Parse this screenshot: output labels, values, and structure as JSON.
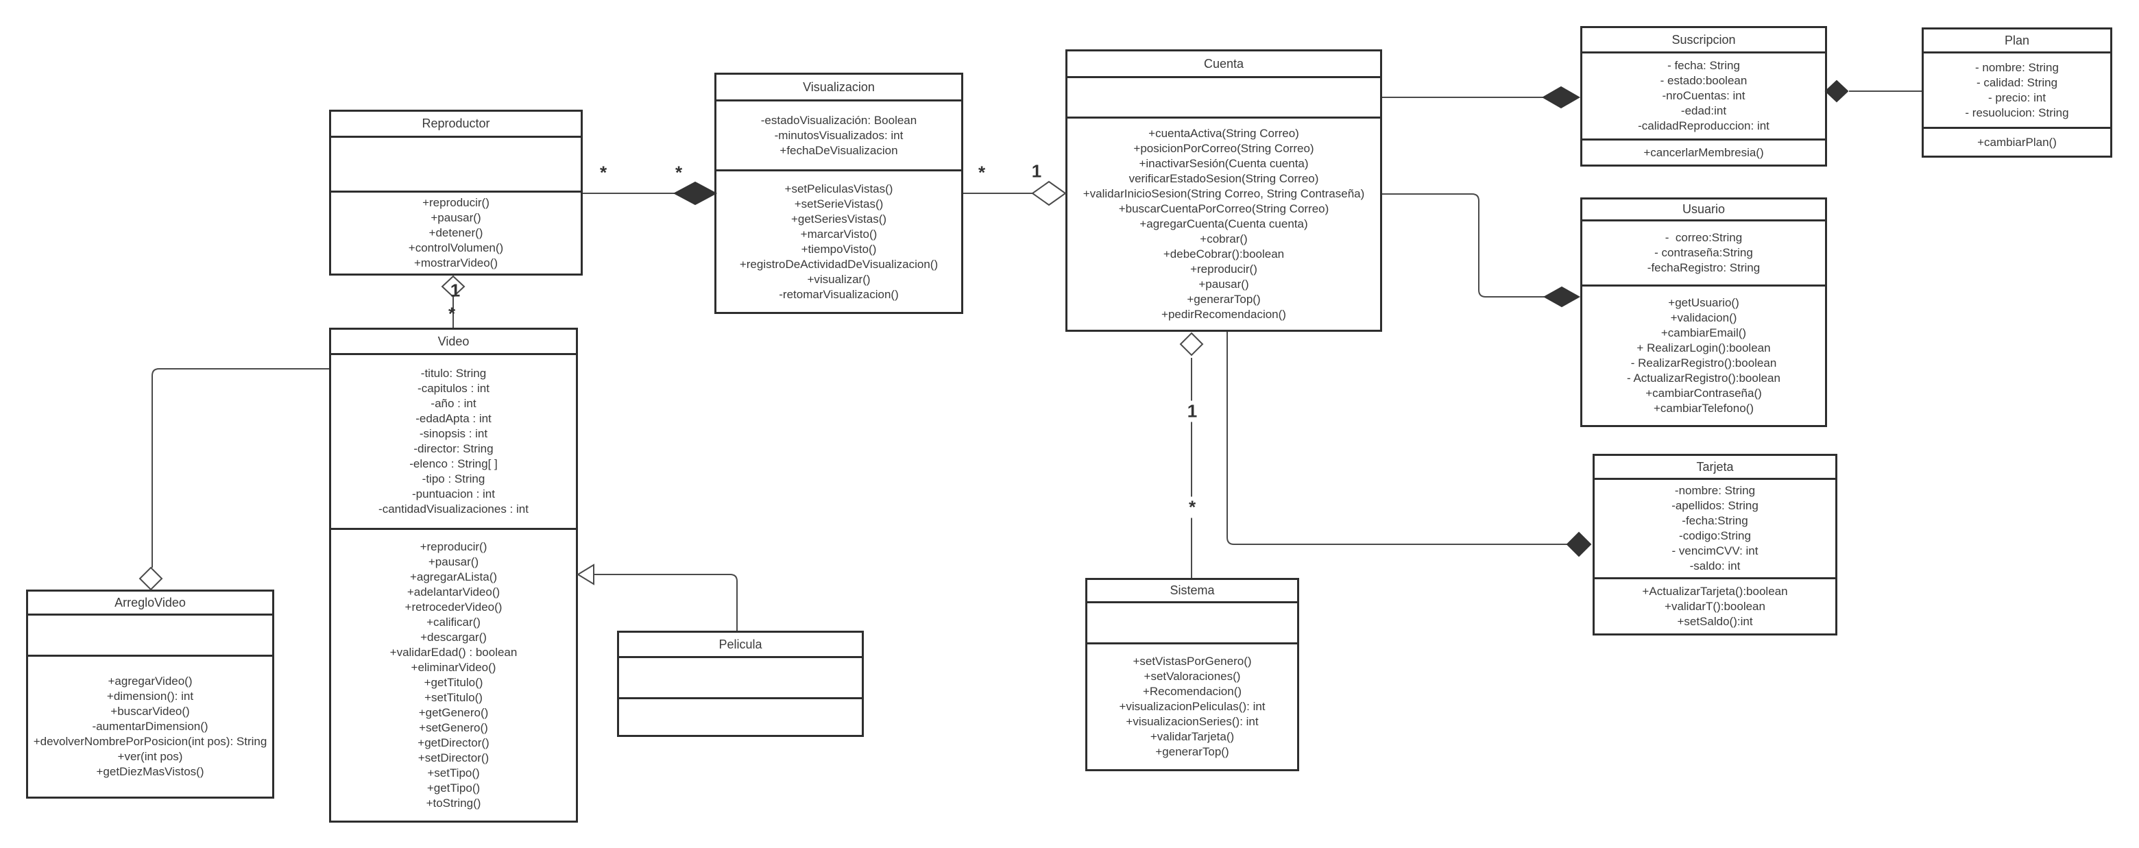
{
  "diagram": {
    "type": "uml-class-diagram",
    "colors": {
      "line": "#4a4a4a",
      "border": "#2e2e2e",
      "text": "#3a3a3a",
      "fill": "#ffffff"
    },
    "classes": [
      {
        "name": "Reproductor",
        "attributes": [],
        "methods": [
          "+reproducir()",
          "+pausar()",
          "+detener()",
          "+controlVolumen()",
          "+mostrarVideo()"
        ]
      },
      {
        "name": "Visualizacion",
        "attributes": [
          "-estadoVisualización: Boolean",
          "-minutosVisualizados: int",
          "+fechaDeVisualizacion"
        ],
        "methods": [
          "+setPeliculasVistas()",
          "+setSerieVistas()",
          "+getSeriesVistas()",
          "+marcarVisto()",
          "+tiempoVisto()",
          "+registroDeActividadDeVisualizacion()",
          "+visualizar()",
          "-retomarVisualizacion()"
        ]
      },
      {
        "name": "Cuenta",
        "attributes": [],
        "methods": [
          "+cuentaActiva(String Correo)",
          "+posicionPorCorreo(String Correo)",
          "+inactivarSesión(Cuenta cuenta)",
          "verificarEstadoSesion(String Correo)",
          "+validarInicioSesion(String Correo, String Contraseña)",
          "+buscarCuentaPorCorreo(String Correo)",
          "+agregarCuenta(Cuenta cuenta)",
          "+cobrar()",
          "+debeCobrar():boolean",
          "+reproducir()",
          "+pausar()",
          "+generarTop()",
          "+pedirRecomendacion()"
        ]
      },
      {
        "name": "Suscripcion",
        "attributes": [
          "- fecha: String",
          "- estado:boolean",
          "-nroCuentas: int",
          "-edad:int",
          "-calidadReproduccion: int"
        ],
        "methods": [
          "+cancerlarMembresia()"
        ]
      },
      {
        "name": "Plan",
        "attributes": [
          "- nombre: String",
          "- calidad: String",
          "- precio: int",
          "- resuolucion: String"
        ],
        "methods": [
          "+cambiarPlan()"
        ]
      },
      {
        "name": "Usuario",
        "attributes": [
          "-  correo:String",
          "- contraseña:String",
          "-fechaRegistro: String"
        ],
        "methods": [
          "+getUsuario()",
          "+validacion()",
          "+cambiarEmail()",
          "+ RealizarLogin():boolean",
          "- RealizarRegistro():boolean",
          "- ActualizarRegistro():boolean",
          "+cambiarContraseña()",
          "+cambiarTelefono()"
        ]
      },
      {
        "name": "Tarjeta",
        "attributes": [
          "-nombre: String",
          "-apellidos: String",
          "-fecha:String",
          "-codigo:String",
          "- vencimCVV: int",
          "-saldo: int"
        ],
        "methods": [
          "+ActualizarTarjeta():boolean",
          "+validarT():boolean",
          "+setSaldo():int"
        ]
      },
      {
        "name": "Video",
        "attributes": [
          "-titulo: String",
          "-capitulos : int",
          "-año : int",
          "-edadApta : int",
          "-sinopsis : int",
          "-director: String",
          "-elenco : String[ ]",
          "-tipo : String",
          "-puntuacion : int",
          "-cantidadVisualizaciones : int"
        ],
        "methods": [
          "+reproducir()",
          "+pausar()",
          "+agregarALista()",
          "+adelantarVideo()",
          "+retrocederVideo()",
          "+calificar()",
          "+descargar()",
          "+validarEdad() : boolean",
          "+eliminarVideo()",
          "+getTitulo()",
          "+setTitulo()",
          "+getGenero()",
          "+setGenero()",
          "+getDirector()",
          "+setDirector()",
          "+setTipo()",
          "+getTipo()",
          "+toString()"
        ]
      },
      {
        "name": "ArregloVideo",
        "attributes": [],
        "methods": [
          "+agregarVideo()",
          "+dimension(): int",
          "+buscarVideo()",
          "-aumentarDimension()",
          "+devolverNombrePorPosicion(int pos): String",
          "+ver(int pos)",
          "+getDiezMasVistos()"
        ]
      },
      {
        "name": "Pelicula",
        "attributes": [],
        "methods": []
      },
      {
        "name": "Sistema",
        "attributes": [],
        "methods": [
          "+setVistasPorGenero()",
          "+setValoraciones()",
          "+Recomendacion()",
          "+visualizacionPeliculas(): int",
          "+visualizacionSeries(): int",
          "+validarTarjeta()",
          "+generarTop()"
        ]
      }
    ],
    "relations": [
      {
        "from": "Reproductor",
        "to": "Visualizacion",
        "type": "composition",
        "diamond_at": "Visualizacion",
        "labels": [
          {
            "text": "*"
          },
          {
            "text": "*"
          }
        ]
      },
      {
        "from": "Visualizacion",
        "to": "Cuenta",
        "type": "aggregation",
        "diamond_at": "Cuenta",
        "labels": [
          {
            "text": "*"
          },
          {
            "text": "1"
          }
        ]
      },
      {
        "from": "Cuenta",
        "to": "Suscripcion",
        "type": "composition",
        "diamond_at": "Suscripcion",
        "labels": []
      },
      {
        "from": "Suscripcion",
        "to": "Plan",
        "type": "composition",
        "diamond_at": "Suscripcion",
        "labels": []
      },
      {
        "from": "Cuenta",
        "to": "Usuario",
        "type": "composition",
        "diamond_at": "Usuario",
        "labels": []
      },
      {
        "from": "Cuenta",
        "to": "Sistema",
        "type": "aggregation",
        "diamond_at": "Cuenta",
        "labels": [
          {
            "text": "1"
          },
          {
            "text": "*"
          }
        ]
      },
      {
        "from": "Cuenta",
        "to": "Tarjeta",
        "type": "composition",
        "diamond_at": "Tarjeta",
        "labels": []
      },
      {
        "from": "Reproductor",
        "to": "Video",
        "type": "aggregation",
        "diamond_at": "Reproductor",
        "labels": [
          {
            "text": "1"
          },
          {
            "text": "*"
          }
        ]
      },
      {
        "from": "Video",
        "to": "ArregloVideo",
        "type": "aggregation",
        "diamond_at": "ArregloVideo",
        "labels": []
      },
      {
        "from": "Pelicula",
        "to": "Video",
        "type": "inheritance",
        "arrow_at": "Video",
        "labels": []
      }
    ]
  }
}
